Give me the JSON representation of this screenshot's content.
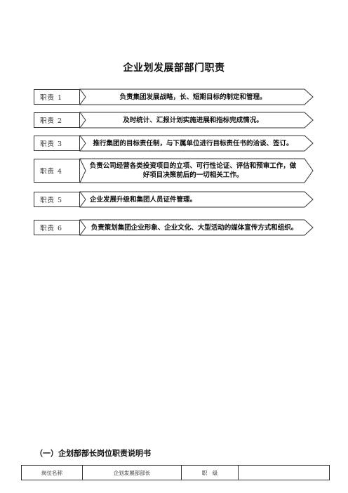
{
  "page_title": "企业划发展部部门职责",
  "duties": [
    {
      "label": "职责 1",
      "text": "负责集团发展战略，长、短期目标的制定和管理。"
    },
    {
      "label": "职责 2",
      "text": "及时统计、汇报计划实施进展和指标完成情况。"
    },
    {
      "label": "职责 3",
      "text": "推行集团的目标责任制，与下属单位进行目标责任书的洽谈、签订。"
    },
    {
      "label": "职责 4",
      "text": "负责公司经营各类投资项目的立项、可行性论证、评估和预审工作，做好项目决策前后的一切相关工作。"
    },
    {
      "label": "职责 5",
      "text": "企业发展升级和集团人员证件管理。"
    },
    {
      "label": "职责 6",
      "text": "负责策划集团企业形象、企业文化、大型活动的媒体宣传方式和组织。"
    }
  ],
  "section_title": "（一）企划部部长岗位职责说明书",
  "post_table": {
    "col1": "岗位名称",
    "col2": "企划发展部部长",
    "col3": "职　级",
    "col4": ""
  }
}
